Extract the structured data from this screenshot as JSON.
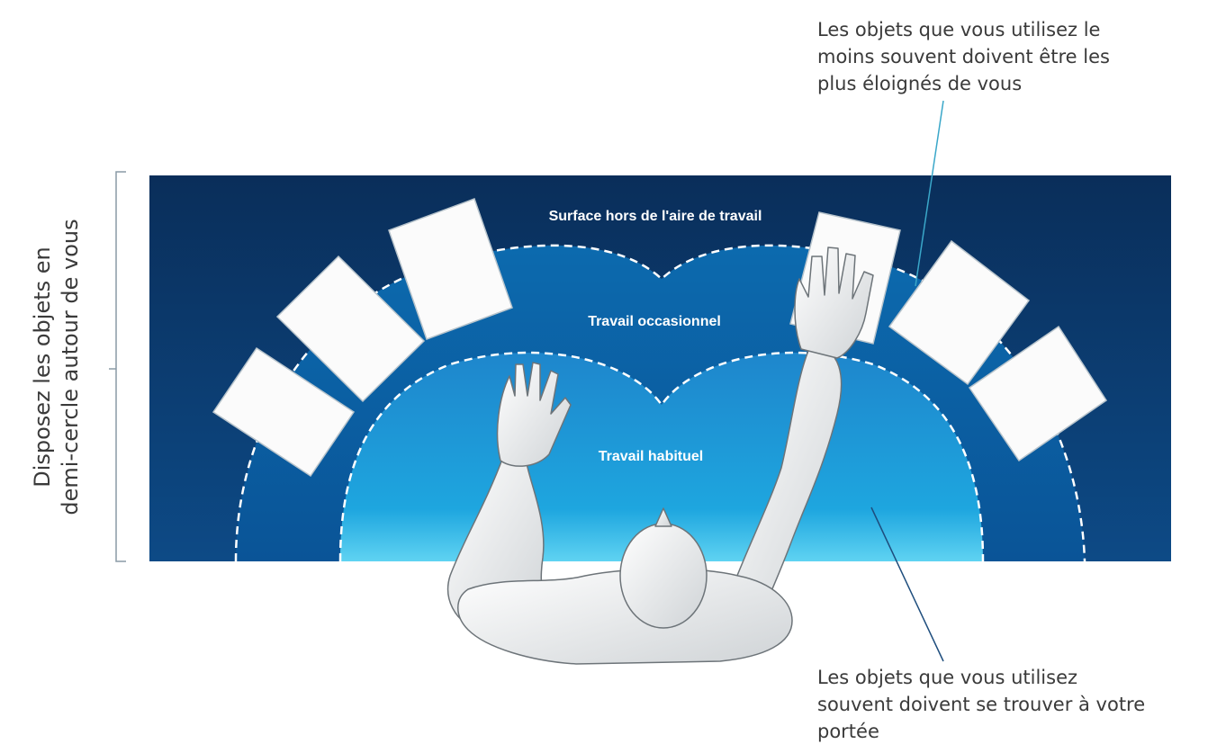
{
  "zones": {
    "outer": "Surface hors de l'aire de travail",
    "middle": "Travail occasionnel",
    "inner": "Travail habituel"
  },
  "side_label": [
    "Disposez les objets en",
    "demi-cercle autour de vous"
  ],
  "note_top": [
    "Les objets que vous utilisez le",
    "moins souvent doivent être les",
    "plus éloignés de vous"
  ],
  "note_bottom": [
    "Les objets que vous utilisez",
    "souvent doivent se trouver à votre",
    "portée"
  ],
  "colors": {
    "outer": "#0b3566",
    "middle": "#0f5d9c",
    "inner": "#1ea9e0",
    "leader": "#3aa7c9",
    "paper": "#fbfbfb"
  }
}
